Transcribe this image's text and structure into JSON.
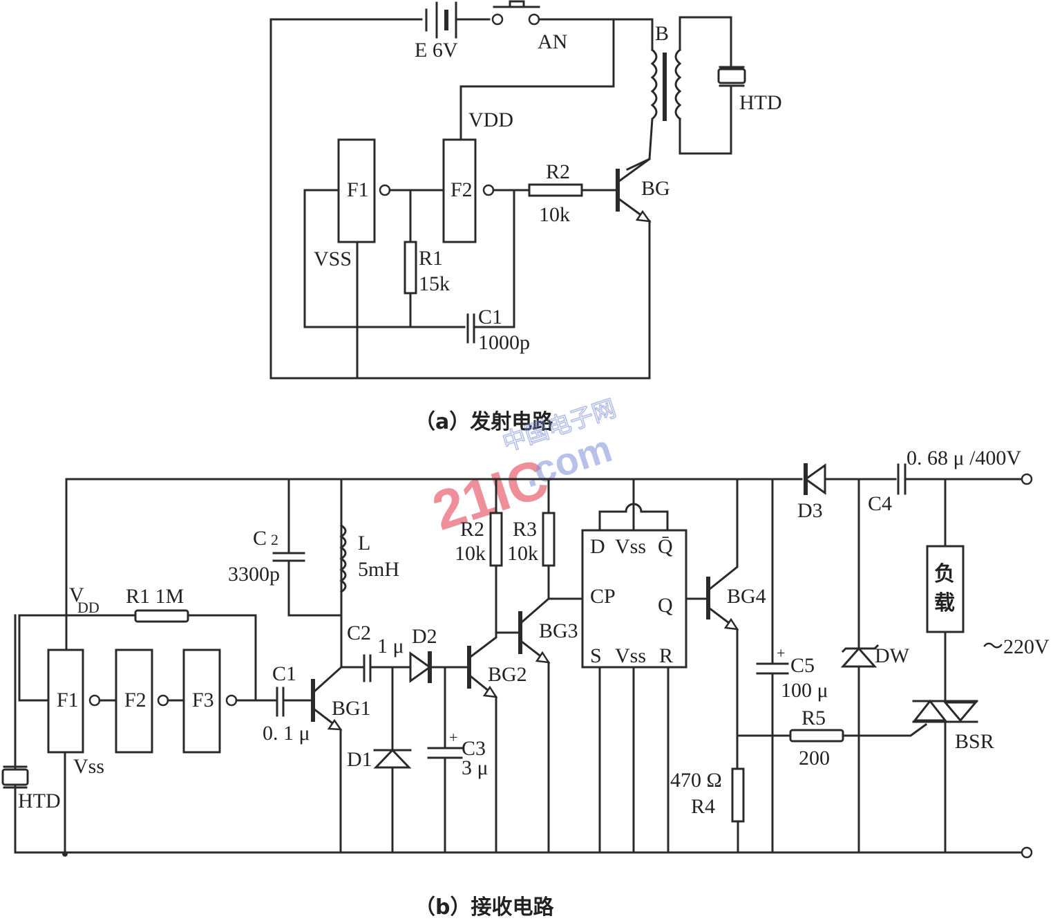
{
  "figure": {
    "transmitter": {
      "caption": "（a）发射电路",
      "labels": {
        "battery": "E  6V",
        "switch": "AN",
        "transformer": "B",
        "transducer": "HTD",
        "vdd": "VDD",
        "vss": "VSS",
        "gate1": "F1",
        "gate2": "F2",
        "r2_name": "R2",
        "r2_value": "10k",
        "transistor": "BG",
        "r1_name": "R1",
        "r1_value": "15k",
        "c1_name": "C1",
        "c1_value": "1000p"
      }
    },
    "receiver": {
      "caption": "（b）接收电路",
      "labels": {
        "vdd_main": "V",
        "vdd_sub": "DD",
        "r1": "R1   1M",
        "c2_tank_name": "C",
        "c2_tank_sub": "2",
        "c2_tank_value": "3300p",
        "inductor_name": "L",
        "inductor_value": "5mH",
        "gate1": "F1",
        "gate2": "F2",
        "gate3": "F3",
        "vss": "Vss",
        "transducer": "HTD",
        "c1_name": "C1",
        "c1_value": "0. 1 μ",
        "bg1": "BG1",
        "c2_name": "C2",
        "c2_value": "1 μ",
        "d2": "D2",
        "d1": "D1",
        "c3_name": "C3",
        "c3_value": "3 μ",
        "bg2": "BG2",
        "r2_name": "R2",
        "r2_value": "10k",
        "r3_name": "R3",
        "r3_value": "10k",
        "bg3": "BG3",
        "ff_d": "D",
        "ff_vss_top": "Vss",
        "ff_qbar": "Q̄",
        "ff_cp": "CP",
        "ff_q": "Q",
        "ff_s": "S",
        "ff_vss_bottom": "Vss",
        "ff_r": "R",
        "bg4": "BG4",
        "d3": "D3",
        "c4_name": "C4",
        "c4_value": "0. 68 μ /400V",
        "load_line1": "负",
        "load_line2": "载",
        "mains": "～220V",
        "c5_name": "C5",
        "c5_value": "100 μ",
        "dw": "DW",
        "r5_name": "R5",
        "r5_value": "200",
        "r4_value": "470 Ω",
        "r4_name": "R4",
        "triac": "BSR"
      }
    },
    "watermark": {
      "brand": "21IC",
      "domain": ".com",
      "cn": "中国电子网"
    }
  }
}
